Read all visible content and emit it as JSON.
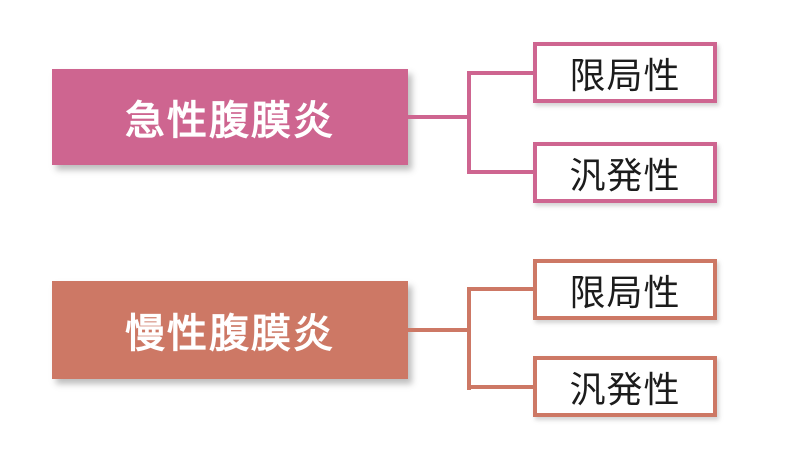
{
  "colors": {
    "acute": "#CE6590",
    "chronic": "#CD7865",
    "main-text": "#FFFFFF",
    "leaf-text": "#1C1C1C",
    "background": "#FFFFFF"
  },
  "diagram": {
    "groups": [
      {
        "id": "acute-peritonitis",
        "main_label": "急性腹膜炎",
        "color": "#CE6590",
        "branches": [
          {
            "label": "限局性"
          },
          {
            "label": "汎発性"
          }
        ]
      },
      {
        "id": "chronic-peritonitis",
        "main_label": "慢性腹膜炎",
        "color": "#CD7865",
        "branches": [
          {
            "label": "限局性"
          },
          {
            "label": "汎発性"
          }
        ]
      }
    ]
  }
}
